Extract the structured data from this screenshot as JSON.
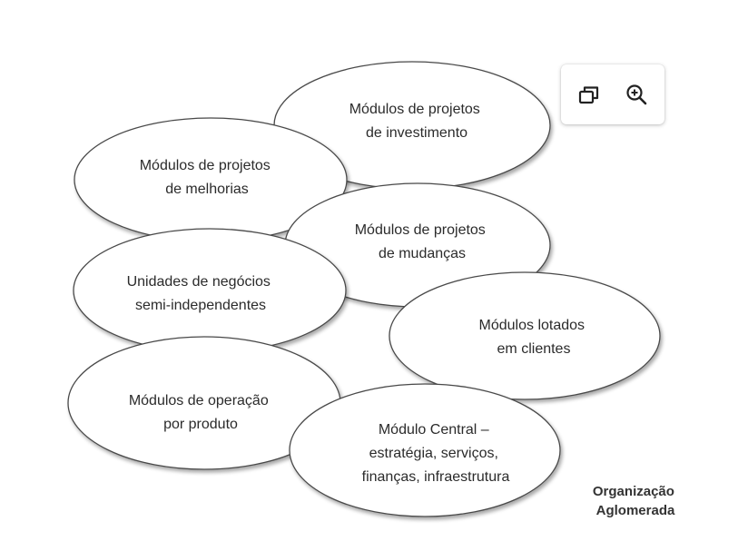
{
  "diagram": {
    "bubbles": [
      {
        "id": "investimento",
        "lines": [
          "Módulos de projetos",
          "de investimento"
        ]
      },
      {
        "id": "melhorias",
        "lines": [
          "Módulos de projetos",
          "de melhorias"
        ]
      },
      {
        "id": "mudancas",
        "lines": [
          "Módulos de projetos",
          "de mudanças"
        ]
      },
      {
        "id": "unidades",
        "lines": [
          "Unidades de negócios",
          "semi-independentes"
        ]
      },
      {
        "id": "lotados",
        "lines": [
          "Módulos lotados",
          "em clientes"
        ]
      },
      {
        "id": "operacao",
        "lines": [
          "Módulos de operação",
          "por produto"
        ]
      },
      {
        "id": "central",
        "lines": [
          "Módulo Central –",
          "estratégia, serviços,",
          "finanças, infraestrutura"
        ]
      }
    ],
    "caption": [
      "Organização",
      "Aglomerada"
    ]
  },
  "toolbar": {
    "buttons": [
      {
        "name": "open-in-window-button",
        "icon": "open-window-icon"
      },
      {
        "name": "zoom-in-button",
        "icon": "zoom-in-icon"
      }
    ]
  }
}
